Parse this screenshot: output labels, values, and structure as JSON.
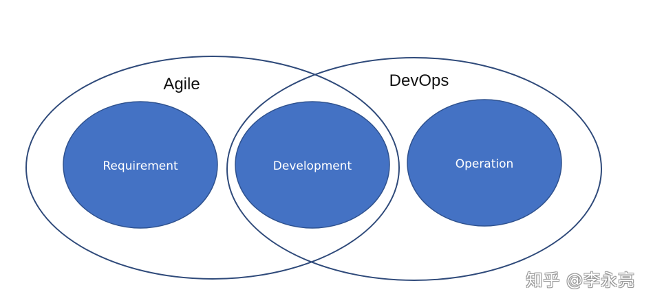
{
  "diagram": {
    "sets": [
      {
        "id": "agile",
        "label": "Agile"
      },
      {
        "id": "devops",
        "label": "DevOps"
      }
    ],
    "nodes": [
      {
        "id": "requirement",
        "label": "Requirement",
        "member_of": [
          "agile"
        ]
      },
      {
        "id": "development",
        "label": "Development",
        "member_of": [
          "agile",
          "devops"
        ]
      },
      {
        "id": "operation",
        "label": "Operation",
        "member_of": [
          "devops"
        ]
      }
    ]
  },
  "colors": {
    "outline": "#2f4a7a",
    "node_fill": "#4472c4",
    "node_stroke": "#2f528f",
    "text_dark": "#111111",
    "text_light": "#ffffff"
  },
  "watermark": "知乎 @李永亮"
}
